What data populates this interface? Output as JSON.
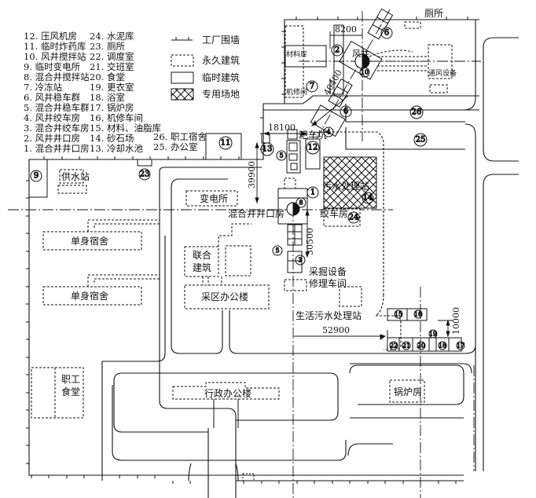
{
  "legend_items_col1": [
    "12. 压风机房",
    "11. 临时炸药库",
    "10. 风井搅拌站",
    "9. 临时变电所",
    "8. 混合井搅拌站",
    "7. 冷冻站",
    "6. 风井稳车群",
    "5. 混合井稳车群",
    "4. 风井绞车房",
    "3. 混合井绞车房",
    "2. 风井井口房",
    "1. 混合井井口房"
  ],
  "legend_items_col2": [
    "24. 水泥库",
    "23. 厕所",
    "22. 调度室",
    "21. 交班室",
    "20. 食堂",
    "19. 更衣室",
    "18. 浴室",
    "17. 锅炉房",
    "16. 机修车间",
    "15. 材料、油脂库",
    "14. 砂石场",
    "13. 冷却水池"
  ],
  "legend_items_col3": [
    "26. 职工宿舍",
    "25. 办公室"
  ],
  "symbol_legend": {
    "wall": "工厂围墙",
    "permanent": "永久建筑",
    "temporary": "临时建筑",
    "special": "专用场地"
  },
  "labels": {
    "toilet": "厕所",
    "materials_depot": "材料库",
    "machine_repair": "机修间",
    "ventilation_equipment": "通风设备",
    "air_shaft": "风井",
    "water_supply": "供水站",
    "substation": "变电所",
    "mixed_shaft_house": "混合井井口房",
    "winch_house": "绞车房",
    "rake_pit": "耙车坑",
    "sewage_station_hatched": "污水处理站",
    "single_dorm_1": "单身宿舍",
    "single_dorm_2": "单身宿舍",
    "joint_building_1": "联合",
    "joint_building_2": "建筑",
    "mining_office": "采区办公楼",
    "mining_repair_1": "采掘设备",
    "mining_repair_2": "修理车间",
    "domestic_sewage": "生活污水处理站",
    "staff_canteen_1": "职工",
    "staff_canteen_2": "食堂",
    "admin_building": "行政办公楼",
    "boiler_house": "锅炉房"
  },
  "dimensions": {
    "d8200": "8200",
    "d40400": "40400",
    "d18100": "18100",
    "d39900": "39900",
    "d30500": "30500",
    "d52900": "52900",
    "d10000": "10000"
  },
  "markers": {
    "m1": "1",
    "m2": "2",
    "m3": "3",
    "m4": "4",
    "m5a": "5",
    "m5b": "5",
    "m6a": "6",
    "m6b": "6",
    "m7": "7",
    "m8": "8",
    "m9": "9",
    "m10": "10",
    "m11": "11",
    "m12": "12",
    "m13": "13",
    "m14": "14",
    "m15": "15",
    "m16": "16",
    "m17": "17",
    "m18": "18",
    "m19": "19",
    "m20": "20",
    "m21": "21",
    "m22": "22",
    "m23": "23",
    "m24a": "24",
    "m24b": "24",
    "m25": "25",
    "m26": "26"
  }
}
